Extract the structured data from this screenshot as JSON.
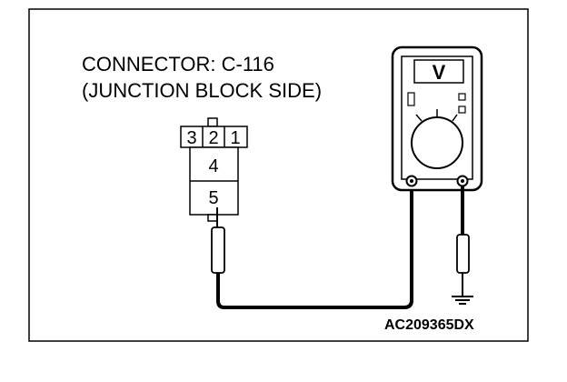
{
  "connector": {
    "title": "CONNECTOR: C-116",
    "subtitle": "(JUNCTION BLOCK SIDE)",
    "pins": [
      "3",
      "2",
      "1",
      "4",
      "5"
    ]
  },
  "meter": {
    "display": "V"
  },
  "figure_code": "AC209365DX",
  "icons": [
    "voltmeter-icon",
    "ground-symbol-icon",
    "probe-icon"
  ],
  "colors": {
    "ink": "#000000",
    "background": "#ffffff"
  }
}
